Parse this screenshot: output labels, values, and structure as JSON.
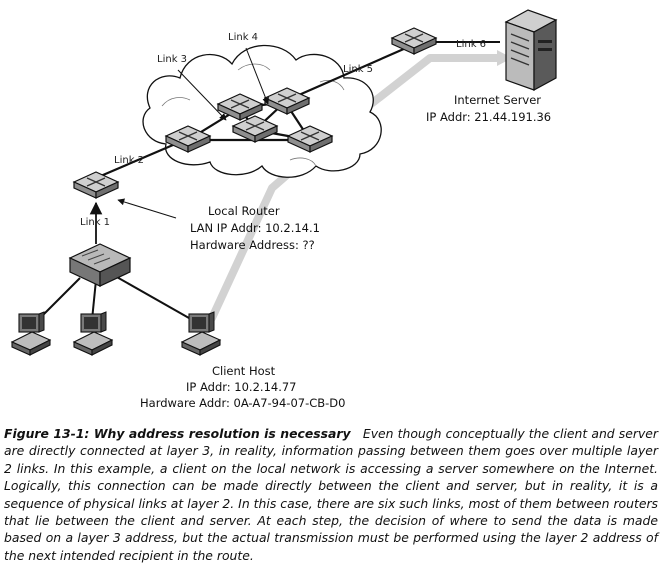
{
  "links": {
    "link1": "Link 1",
    "link2": "Link 2",
    "link3": "Link 3",
    "link4": "Link 4",
    "link5": "Link 5",
    "link6": "Link 6"
  },
  "internet_server": {
    "title": "Internet Server",
    "ip": "IP Addr: 21.44.191.36"
  },
  "local_router": {
    "title": "Local Router",
    "ip": "LAN IP Addr: 10.2.14.1",
    "hw": "Hardware Address: ??"
  },
  "client_host": {
    "title": "Client Host",
    "ip": "IP Addr: 10.2.14.77",
    "hw": "Hardware Addr: 0A-A7-94-07-CB-D0"
  },
  "caption": {
    "title": "Figure 13-1: Why address resolution is necessary",
    "body": "Even though conceptually the client and server are directly connected at layer 3, in reality, information passing between them goes over multiple layer 2 links. In this example, a client on the local network is accessing a server somewhere on the Internet. Logically, this connection can be made directly between the client and server, but in reality, it is a sequence of physical links at layer 2. In this case, there are six such links, most of them between routers that lie between the client and server. At each step, the decision of where to send the data is made based on a layer 3 address, but the actual transmission must be performed using the layer 2 address of the next intended recipient in the route."
  },
  "colors": {
    "path_highlight": "#d2d2d2",
    "cloud_fill": "#ffffff",
    "router_fill": "#a9a9a9",
    "link_line": "#111111"
  }
}
